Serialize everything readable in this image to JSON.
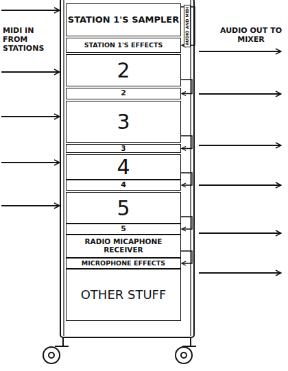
{
  "diagram": {
    "nodes": [
      {
        "text": [
          "STATION 1'S SAMPLER"
        ]
      },
      {
        "text": [
          "STATION 1'S EFFECTS"
        ]
      },
      {
        "text": [
          "2"
        ]
      },
      {
        "text": [
          "2"
        ]
      },
      {
        "text": [
          "3"
        ]
      },
      {
        "text": [
          "3"
        ]
      },
      {
        "text": [
          "4"
        ]
      },
      {
        "text": [
          "4"
        ]
      },
      {
        "text": [
          "5"
        ]
      },
      {
        "text": [
          "5"
        ]
      },
      {
        "text": [
          "RADIO MICAPHONE RECEIVER"
        ]
      },
      {
        "text": [
          "MICROPHONE EFFECTS"
        ]
      },
      {
        "text": [
          "OTHER STUFF"
        ]
      }
    ],
    "edges": [
      {
        "from": 0,
        "to": 1,
        "arrow": "to",
        "label": "AUDIO AND MIDI"
      },
      {
        "from": 2,
        "to": 3,
        "arrow": "to"
      },
      {
        "from": 4,
        "to": 5,
        "arrow": "to"
      },
      {
        "from": 6,
        "to": 7,
        "arrow": "to"
      },
      {
        "from": 8,
        "to": 9,
        "arrow": "to"
      },
      {
        "from": 10,
        "to": 11,
        "arrow": "to"
      }
    ],
    "labels": [
      "MIDI IN FROM STATIONS",
      "AUDIO OUT TO MIXER"
    ]
  }
}
